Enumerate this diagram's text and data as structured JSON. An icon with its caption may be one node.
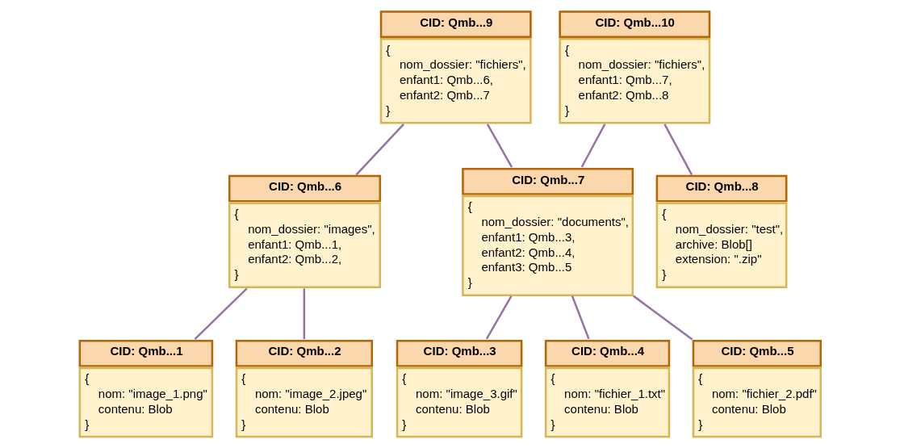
{
  "diagram": {
    "nodes": [
      {
        "text": [
          "CID: Qmb...9",
          "{",
          "nom_dossier: \"fichiers\",",
          "enfant1: Qmb...6,",
          "enfant2: Qmb...7",
          "}"
        ]
      },
      {
        "text": [
          "CID: Qmb...10",
          "{",
          "nom_dossier: \"fichiers\",",
          "enfant1: Qmb...7,",
          "enfant2: Qmb...8",
          "}"
        ]
      },
      {
        "text": [
          "CID: Qmb...6",
          "{",
          "nom_dossier: \"images\",",
          "enfant1: Qmb...1,",
          "enfant2: Qmb...2,",
          "}"
        ]
      },
      {
        "text": [
          "CID: Qmb...7",
          "{",
          "nom_dossier: \"documents\",",
          "enfant1: Qmb...3,",
          "enfant2: Qmb...4,",
          "enfant3: Qmb...5",
          "}"
        ]
      },
      {
        "text": [
          "CID: Qmb...8",
          "{",
          "nom_dossier: \"test\",",
          "archive: Blob[]",
          "extension: \".zip\"",
          "}"
        ]
      },
      {
        "text": [
          "CID: Qmb...1",
          "{",
          "nom: \"image_1.png\"",
          "contenu: Blob",
          "}"
        ]
      },
      {
        "text": [
          "CID: Qmb...2",
          "{",
          "nom: \"image_2.jpeg\"",
          "contenu: Blob",
          "}"
        ]
      },
      {
        "text": [
          "CID: Qmb...3",
          "{",
          "nom: \"image_3.gif\"",
          "contenu: Blob",
          "}"
        ]
      },
      {
        "text": [
          "CID: Qmb...4",
          "{",
          "nom: \"fichier_1.txt\"",
          "contenu: Blob",
          "}"
        ]
      },
      {
        "text": [
          "CID: Qmb...5",
          "{",
          "nom: \"fichier_2.pdf\"",
          "contenu: Blob",
          "}"
        ]
      }
    ],
    "edges": [
      {
        "from": 0,
        "to": 2,
        "arrow": "none"
      },
      {
        "from": 0,
        "to": 3,
        "arrow": "none"
      },
      {
        "from": 1,
        "to": 3,
        "arrow": "none"
      },
      {
        "from": 1,
        "to": 4,
        "arrow": "none"
      },
      {
        "from": 2,
        "to": 5,
        "arrow": "none"
      },
      {
        "from": 2,
        "to": 6,
        "arrow": "none"
      },
      {
        "from": 3,
        "to": 7,
        "arrow": "none"
      },
      {
        "from": 3,
        "to": 8,
        "arrow": "none"
      },
      {
        "from": 3,
        "to": 9,
        "arrow": "none"
      }
    ]
  }
}
